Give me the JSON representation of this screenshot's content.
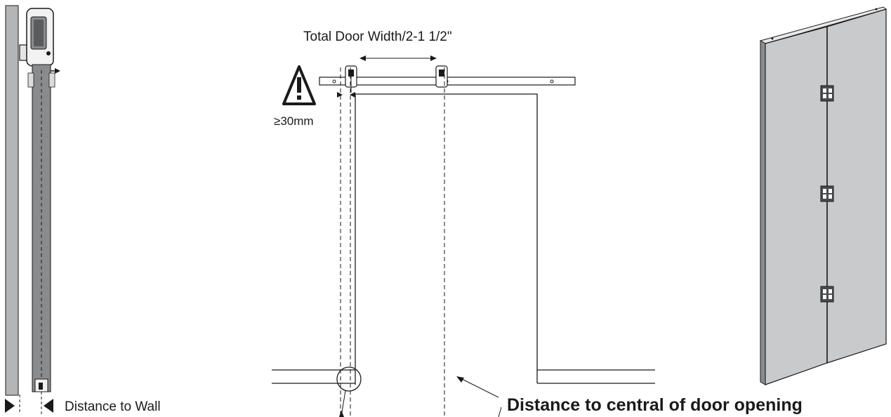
{
  "labels": {
    "total_door_width": "Total Door Width/2-1 1/2\"",
    "min_gap": "≥30mm",
    "distance_to_wall": "Distance to Wall",
    "distance_to_center": "Distance to central of door opening"
  },
  "icons": {
    "warning": "warning-triangle-icon"
  },
  "colors": {
    "line": "#1a1a1a",
    "door_panel": "#c9cacc",
    "door_panel_dark": "#8a8b8d",
    "wall": "#b4b5b7"
  }
}
